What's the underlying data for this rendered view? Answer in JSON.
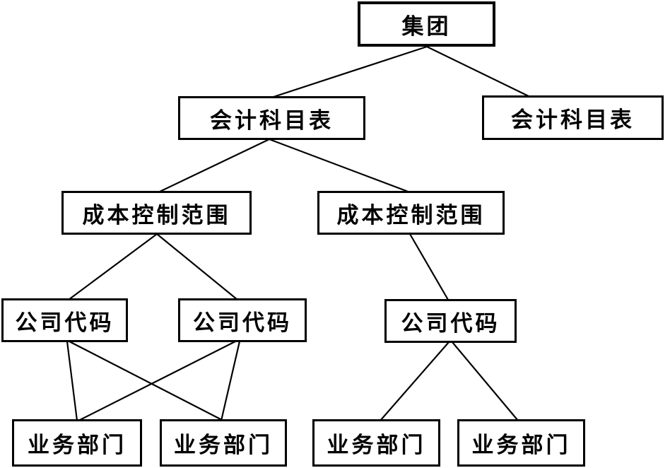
{
  "diagram": {
    "type": "org-tree",
    "nodes": [
      {
        "id": "group",
        "label": "集团",
        "level": 1
      },
      {
        "id": "chart-of-accounts-left",
        "label": "会计科目表",
        "level": 2
      },
      {
        "id": "chart-of-accounts-right",
        "label": "会计科目表",
        "level": 2
      },
      {
        "id": "cost-control-area-left",
        "label": "成本控制范围",
        "level": 3
      },
      {
        "id": "cost-control-area-right",
        "label": "成本控制范围",
        "level": 3
      },
      {
        "id": "company-code-1",
        "label": "公司代码",
        "level": 4
      },
      {
        "id": "company-code-2",
        "label": "公司代码",
        "level": 4
      },
      {
        "id": "company-code-3",
        "label": "公司代码",
        "level": 4
      },
      {
        "id": "business-unit-1",
        "label": "业务部门",
        "level": 5
      },
      {
        "id": "business-unit-2",
        "label": "业务部门",
        "level": 5
      },
      {
        "id": "business-unit-3",
        "label": "业务部门",
        "level": 5
      },
      {
        "id": "business-unit-4",
        "label": "业务部门",
        "level": 5
      }
    ],
    "edges": [
      [
        "group",
        "chart-of-accounts-left"
      ],
      [
        "group",
        "chart-of-accounts-right"
      ],
      [
        "chart-of-accounts-left",
        "cost-control-area-left"
      ],
      [
        "chart-of-accounts-left",
        "cost-control-area-right"
      ],
      [
        "cost-control-area-left",
        "company-code-1"
      ],
      [
        "cost-control-area-left",
        "company-code-2"
      ],
      [
        "cost-control-area-right",
        "company-code-3"
      ],
      [
        "company-code-1",
        "business-unit-1"
      ],
      [
        "company-code-1",
        "business-unit-2"
      ],
      [
        "company-code-2",
        "business-unit-1"
      ],
      [
        "company-code-2",
        "business-unit-2"
      ],
      [
        "company-code-3",
        "business-unit-3"
      ],
      [
        "company-code-3",
        "business-unit-4"
      ]
    ],
    "colors": {
      "background": "#ffffff",
      "box_border": "#000000",
      "line": "#000000",
      "text": "#000000"
    }
  }
}
